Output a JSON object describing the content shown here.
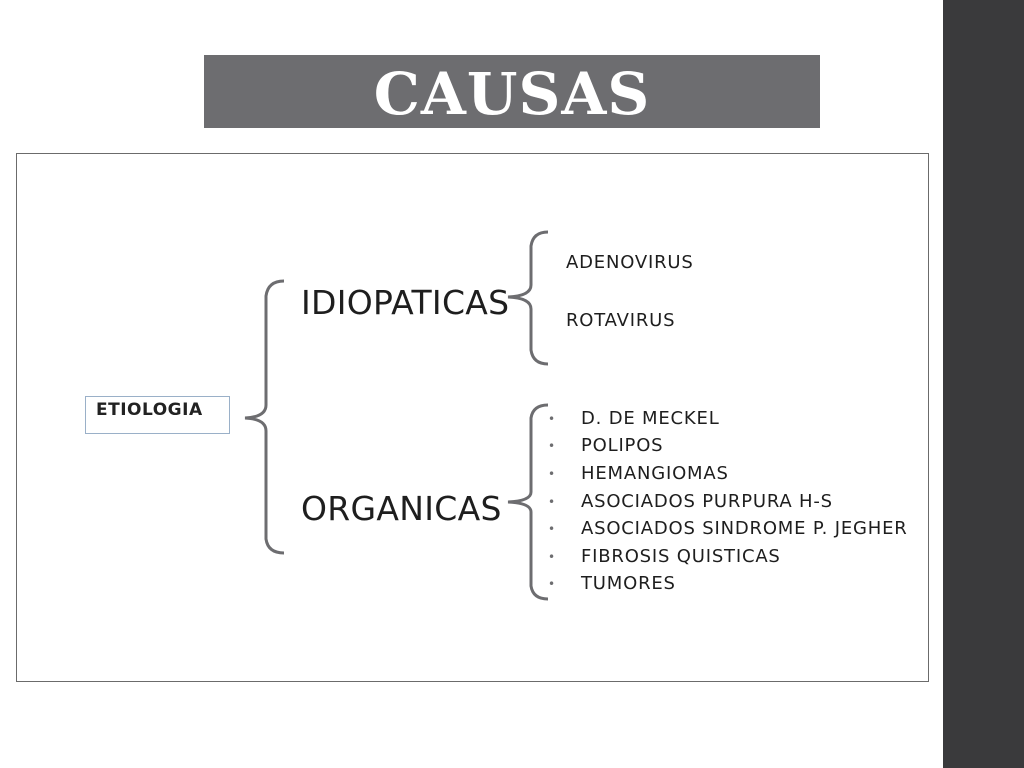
{
  "title": "CAUSAS",
  "root": {
    "label": "ETIOLOGIA"
  },
  "branches": {
    "idiopaticas": {
      "label": "IDIOPATICAS",
      "items": [
        "ADENOVIRUS",
        "ROTAVIRUS"
      ]
    },
    "organicas": {
      "label": "ORGANICAS",
      "items": [
        "D. DE MECKEL",
        "POLIPOS",
        "HEMANGIOMAS",
        "ASOCIADOS PURPURA H-S",
        "ASOCIADOS SINDROME P. JEGHER",
        "FIBROSIS QUISTICAS",
        "TUMORES"
      ]
    }
  },
  "bullet_glyph": "•",
  "colors": {
    "banner": "#6d6d70",
    "side_bar": "#3a3a3c",
    "bracket": "#6d6d70",
    "root_border": "#9ab0c8"
  }
}
